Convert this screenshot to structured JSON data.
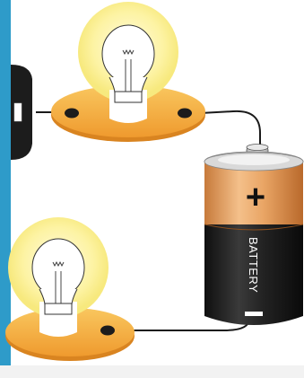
{
  "diagram": {
    "battery": {
      "label": "BATTERY",
      "positive_symbol": "+",
      "negative_symbol": "−"
    },
    "components": [
      "bulb-top",
      "bulb-bottom",
      "battery",
      "switch"
    ],
    "colors": {
      "accent_strip": "#2e9bc9",
      "glow": "#fbf3a2",
      "base": "#f4a93a",
      "battery_top": "#e39a55",
      "battery_body": "#1d1d1d",
      "wire": "#1a1a1a"
    }
  }
}
